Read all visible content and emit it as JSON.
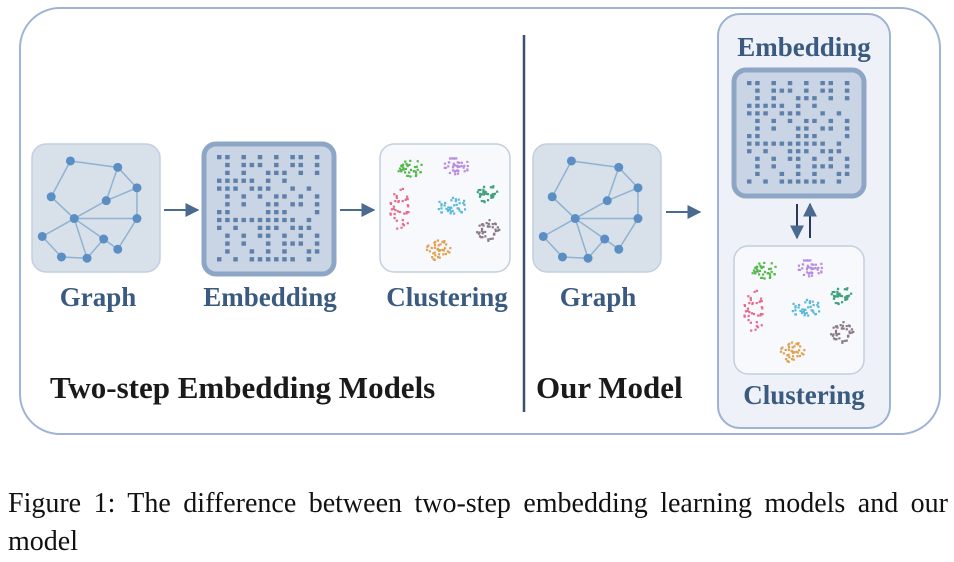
{
  "left_section": {
    "title": "Two-step Embedding Models",
    "steps": {
      "graph": "Graph",
      "embedding": "Embedding",
      "clustering": "Clustering"
    }
  },
  "right_section": {
    "title": "Our Model",
    "graph": "Graph",
    "embedding": "Embedding",
    "clustering": "Clustering"
  },
  "caption": "Figure 1: The difference between two-step embedding learning models and our model",
  "colors": {
    "frame": "#9fb4d4",
    "tile": "#d8e0ea",
    "node": "#5b8fc4",
    "edge": "#8fb2d2",
    "matrix_cell": "#5f80aa",
    "heading": "#3a5a80",
    "clusters": [
      "#55b84a",
      "#b78be0",
      "#e86a8a",
      "#5ab8d8",
      "#3fa27a",
      "#8a7a88",
      "#e0a050"
    ]
  },
  "icons": [
    "graph-icon",
    "matrix-icon",
    "cluster-scatter-icon",
    "arrow-right-icon",
    "bidirectional-arrows-icon"
  ]
}
